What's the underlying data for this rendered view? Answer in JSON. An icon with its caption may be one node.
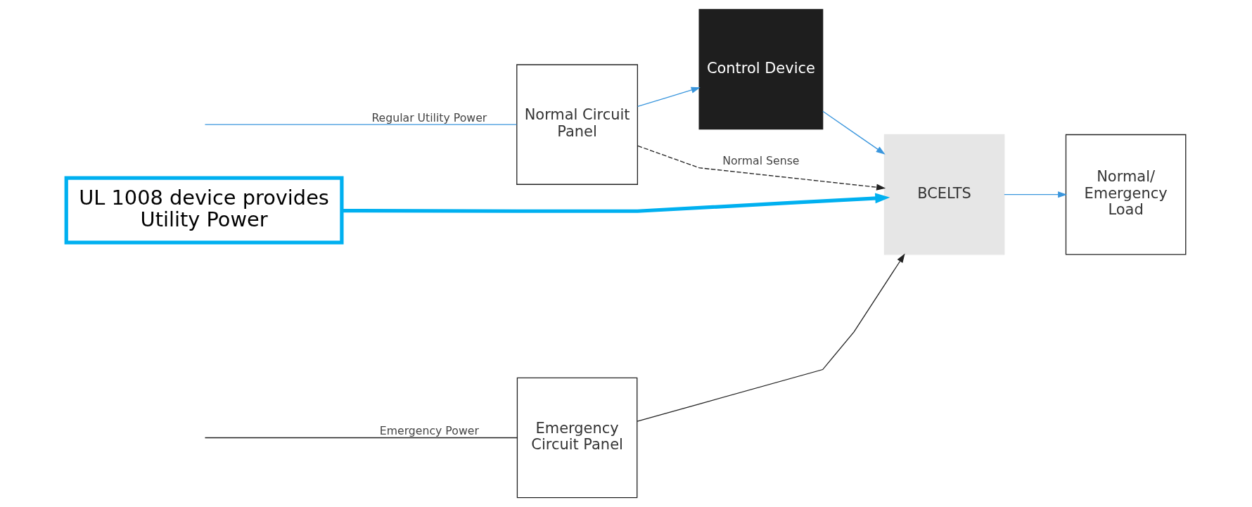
{
  "diagram": {
    "nodes": [
      {
        "text": [
          "Emergency Circuit Panel"
        ]
      },
      {
        "text": [
          "Normal Circuit Panel"
        ]
      },
      {
        "text": [
          "Control Device"
        ]
      },
      {
        "text": [
          "BCELTS"
        ]
      },
      {
        "text": [
          "Normal/ Emergency Load"
        ]
      },
      {
        "text": [
          "UL 1008 device provides Utility Power"
        ]
      }
    ],
    "edges": [
      {
        "from": null,
        "to": 0,
        "arrow": "none",
        "label": "Emergency Power",
        "color": "#222222"
      },
      {
        "from": null,
        "to": 1,
        "arrow": "none",
        "label": "Regular Utility Power"
      },
      {
        "from": 0,
        "to": 3,
        "arrow": "to",
        "color": "#222222"
      },
      {
        "from": 1,
        "to": 2,
        "arrow": "to"
      },
      {
        "from": 2,
        "to": 3,
        "arrow": "to"
      },
      {
        "from": 3,
        "to": 4,
        "arrow": "to"
      },
      {
        "from": 1,
        "to": 3,
        "arrow": "to",
        "style": "dashed",
        "label": "Normal Sense",
        "color": "#222222"
      },
      {
        "from": 5,
        "to": 3,
        "arrow": "to",
        "style": "thick",
        "color": "#00b0f0"
      }
    ]
  }
}
